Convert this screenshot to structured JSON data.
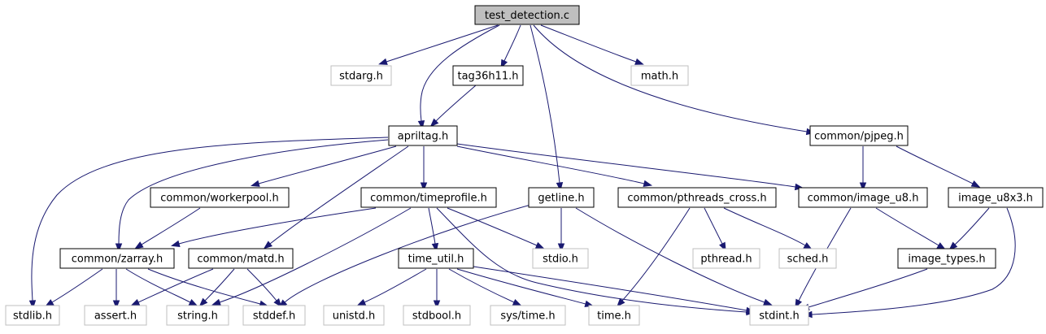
{
  "diagram": {
    "colors": {
      "edge": "#191970",
      "root_fill": "#bfbfbf",
      "node_border": "#000000",
      "external_border": "#bfbfbf",
      "text": "#000000",
      "external_text": "#000000"
    },
    "nodes": [
      {
        "id": "test_detection_c",
        "label": "test_detection.c",
        "kind": "root"
      },
      {
        "id": "stdarg_h",
        "label": "stdarg.h",
        "kind": "external"
      },
      {
        "id": "tag36h11_h",
        "label": "tag36h11.h",
        "kind": "file"
      },
      {
        "id": "math_h",
        "label": "math.h",
        "kind": "external"
      },
      {
        "id": "apriltag_h",
        "label": "apriltag.h",
        "kind": "file"
      },
      {
        "id": "common_pjpeg_h",
        "label": "common/pjpeg.h",
        "kind": "file"
      },
      {
        "id": "common_workerpool_h",
        "label": "common/workerpool.h",
        "kind": "file"
      },
      {
        "id": "common_timeprofile_h",
        "label": "common/timeprofile.h",
        "kind": "file"
      },
      {
        "id": "getline_h",
        "label": "getline.h",
        "kind": "file"
      },
      {
        "id": "common_pthreads_cross_h",
        "label": "common/pthreads_cross.h",
        "kind": "file"
      },
      {
        "id": "common_image_u8_h",
        "label": "common/image_u8.h",
        "kind": "file"
      },
      {
        "id": "image_u8x3_h",
        "label": "image_u8x3.h",
        "kind": "file"
      },
      {
        "id": "common_zarray_h",
        "label": "common/zarray.h",
        "kind": "file"
      },
      {
        "id": "common_matd_h",
        "label": "common/matd.h",
        "kind": "file"
      },
      {
        "id": "time_util_h",
        "label": "time_util.h",
        "kind": "file"
      },
      {
        "id": "stdio_h",
        "label": "stdio.h",
        "kind": "external"
      },
      {
        "id": "pthread_h",
        "label": "pthread.h",
        "kind": "external"
      },
      {
        "id": "sched_h",
        "label": "sched.h",
        "kind": "external"
      },
      {
        "id": "image_types_h",
        "label": "image_types.h",
        "kind": "file"
      },
      {
        "id": "stdlib_h",
        "label": "stdlib.h",
        "kind": "external"
      },
      {
        "id": "assert_h",
        "label": "assert.h",
        "kind": "external"
      },
      {
        "id": "string_h",
        "label": "string.h",
        "kind": "external"
      },
      {
        "id": "stddef_h",
        "label": "stddef.h",
        "kind": "external"
      },
      {
        "id": "unistd_h",
        "label": "unistd.h",
        "kind": "external"
      },
      {
        "id": "stdbool_h",
        "label": "stdbool.h",
        "kind": "external"
      },
      {
        "id": "sys_time_h",
        "label": "sys/time.h",
        "kind": "external"
      },
      {
        "id": "time_h",
        "label": "time.h",
        "kind": "external"
      },
      {
        "id": "stdint_h",
        "label": "stdint.h",
        "kind": "external"
      }
    ],
    "edges": [
      {
        "from": "test_detection_c",
        "to": "stdarg_h"
      },
      {
        "from": "test_detection_c",
        "to": "apriltag_h"
      },
      {
        "from": "test_detection_c",
        "to": "tag36h11_h"
      },
      {
        "from": "test_detection_c",
        "to": "getline_h"
      },
      {
        "from": "test_detection_c",
        "to": "math_h"
      },
      {
        "from": "test_detection_c",
        "to": "common_pjpeg_h"
      },
      {
        "from": "tag36h11_h",
        "to": "apriltag_h"
      },
      {
        "from": "apriltag_h",
        "to": "stdlib_h"
      },
      {
        "from": "apriltag_h",
        "to": "common_zarray_h"
      },
      {
        "from": "apriltag_h",
        "to": "common_workerpool_h"
      },
      {
        "from": "apriltag_h",
        "to": "common_matd_h"
      },
      {
        "from": "apriltag_h",
        "to": "common_timeprofile_h"
      },
      {
        "from": "apriltag_h",
        "to": "common_pthreads_cross_h"
      },
      {
        "from": "apriltag_h",
        "to": "common_image_u8_h"
      },
      {
        "from": "common_pjpeg_h",
        "to": "common_image_u8_h"
      },
      {
        "from": "common_pjpeg_h",
        "to": "image_u8x3_h"
      },
      {
        "from": "common_workerpool_h",
        "to": "common_zarray_h"
      },
      {
        "from": "common_timeprofile_h",
        "to": "common_zarray_h"
      },
      {
        "from": "common_timeprofile_h",
        "to": "string_h"
      },
      {
        "from": "common_timeprofile_h",
        "to": "time_util_h"
      },
      {
        "from": "common_timeprofile_h",
        "to": "stdio_h"
      },
      {
        "from": "common_timeprofile_h",
        "to": "stdint_h"
      },
      {
        "from": "getline_h",
        "to": "stddef_h"
      },
      {
        "from": "getline_h",
        "to": "stdio_h"
      },
      {
        "from": "getline_h",
        "to": "stdint_h"
      },
      {
        "from": "common_pthreads_cross_h",
        "to": "time_h"
      },
      {
        "from": "common_pthreads_cross_h",
        "to": "pthread_h"
      },
      {
        "from": "common_pthreads_cross_h",
        "to": "sched_h"
      },
      {
        "from": "common_image_u8_h",
        "to": "stdint_h"
      },
      {
        "from": "common_image_u8_h",
        "to": "image_types_h"
      },
      {
        "from": "image_u8x3_h",
        "to": "image_types_h"
      },
      {
        "from": "image_u8x3_h",
        "to": "stdint_h"
      },
      {
        "from": "image_types_h",
        "to": "stdint_h"
      },
      {
        "from": "common_zarray_h",
        "to": "stdlib_h"
      },
      {
        "from": "common_zarray_h",
        "to": "assert_h"
      },
      {
        "from": "common_zarray_h",
        "to": "string_h"
      },
      {
        "from": "common_zarray_h",
        "to": "stddef_h"
      },
      {
        "from": "common_matd_h",
        "to": "assert_h"
      },
      {
        "from": "common_matd_h",
        "to": "string_h"
      },
      {
        "from": "common_matd_h",
        "to": "stddef_h"
      },
      {
        "from": "time_util_h",
        "to": "unistd_h"
      },
      {
        "from": "time_util_h",
        "to": "stdbool_h"
      },
      {
        "from": "time_util_h",
        "to": "sys_time_h"
      },
      {
        "from": "time_util_h",
        "to": "time_h"
      },
      {
        "from": "time_util_h",
        "to": "stdint_h"
      }
    ]
  }
}
